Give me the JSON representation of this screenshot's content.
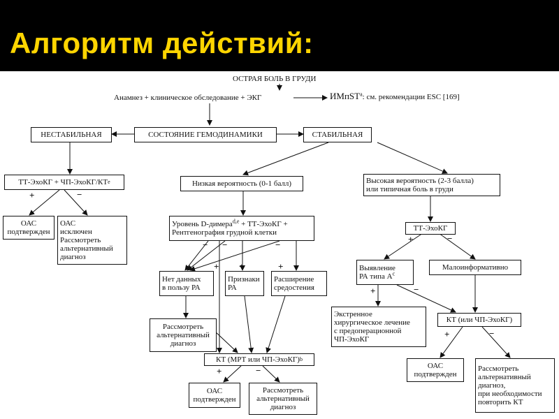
{
  "title": "Алгоритм действий:",
  "diagram": {
    "top": "ОСТРАЯ БОЛЬ В ГРУДИ",
    "exam": "Анамнез + клиническое обследование + ЭКГ",
    "imnst": "ИМпST",
    "imnst_sup": "a",
    "imnst_rest": ": см. рекомендации ESC [169]",
    "hemo": "СОСТОЯНИЕ ГЕМОДИНАМИКИ",
    "unstable": "НЕСТАБИЛЬНАЯ",
    "stable": "СТАБИЛЬНАЯ",
    "unstable_test": "ТТ-ЭхоКГ + ЧП-ЭхоКГ/КТ",
    "unstable_test_sup": "e",
    "oas_confirmed_1": "ОАС\nподтвержден",
    "oas_excluded": "ОАС\nисключен\nРассмотреть\nальтернативный\nдиагноз",
    "low_prob": "Низкая вероятность (0-1 балл)",
    "high_prob": "Высокая вероятность (2-3 балла)\nили типичная боль в груди",
    "ddimer_a": "Уровень D-димера",
    "ddimer_sup": "d,e",
    "ddimer_b": " + ТТ-ЭхоКГ +\nРентгенография грудной клетки",
    "no_data": "Нет данных\nв пользу РА",
    "signs": "Признаки\nРА",
    "mediastinum": "Расширение\nсредостения",
    "consider_alt_1": "Рассмотреть\nальтернативный\nдиагноз",
    "ct_mri": "КТ (МРТ или ЧП-ЭхоКГ)",
    "ct_mri_sup": "b",
    "oas_confirmed_2": "ОАС\nподтвержден",
    "consider_alt_2": "Рассмотреть\nальтернативный\nдиагноз",
    "tt_echo": "ТТ-ЭхоКГ",
    "detect": "Выявление\nРА типа А",
    "detect_sup": "c",
    "uninformative": "Малоинформативно",
    "surgery": "Экстренное\nхирургическое лечение\nс предоперационной\nЧП-ЭхоКГ",
    "ct_tee": "КТ (или ЧП-ЭхоКГ)",
    "oas_confirmed_3": "ОАС\nподтвержден",
    "consider_repeat": "Рассмотреть\nальтернативный\nдиагноз,\nпри необходимости\nповторить КТ",
    "plus": "+",
    "minus": "−"
  }
}
